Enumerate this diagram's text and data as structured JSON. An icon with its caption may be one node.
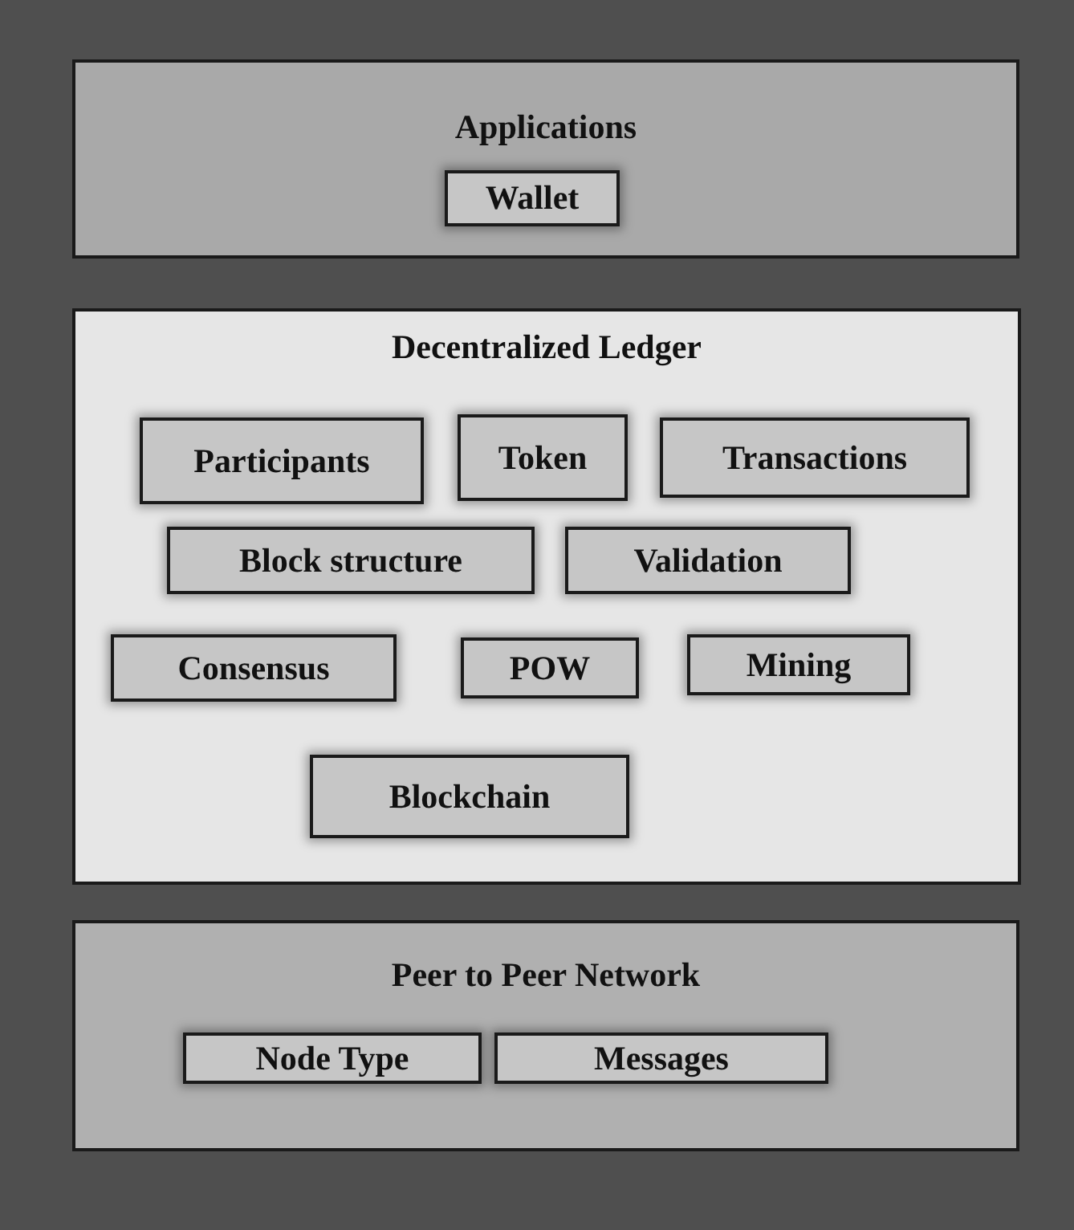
{
  "diagram": {
    "nodes": [
      {
        "text": [
          "Applications"
        ]
      },
      {
        "text": [
          "Wallet"
        ],
        "in": 0
      },
      {
        "text": [
          "Decentralized Ledger"
        ]
      },
      {
        "text": [
          "Participants"
        ],
        "in": 2
      },
      {
        "text": [
          "Token"
        ],
        "in": 2
      },
      {
        "text": [
          "Transactions"
        ],
        "in": 2
      },
      {
        "text": [
          "Block structure"
        ],
        "in": 2
      },
      {
        "text": [
          "Validation"
        ],
        "in": 2
      },
      {
        "text": [
          "Consensus"
        ],
        "in": 2
      },
      {
        "text": [
          "POW"
        ],
        "in": 2
      },
      {
        "text": [
          "Mining"
        ],
        "in": 2
      },
      {
        "text": [
          "Blockchain"
        ],
        "in": 2
      },
      {
        "text": [
          "Peer to Peer Network"
        ]
      },
      {
        "text": [
          "Node Type"
        ],
        "in": 12
      },
      {
        "text": [
          "Messages"
        ],
        "in": 12
      }
    ]
  }
}
